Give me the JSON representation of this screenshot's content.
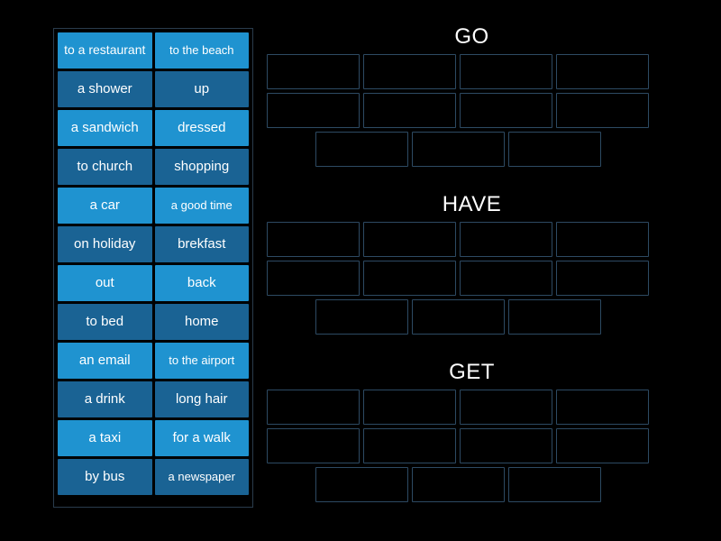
{
  "page": {
    "background_color": "#000000",
    "title": "Verb collocations sorting activity"
  },
  "word_bank": {
    "name": "word-bank",
    "tile_colors": {
      "light": "#1f93d0",
      "dark": "#1a6394"
    },
    "text_color": "#ffffff",
    "border_color": "#2a3c4d",
    "tiles": [
      {
        "label": "to a restaurant",
        "shade": "light",
        "size": "two-line"
      },
      {
        "label": "to the beach",
        "shade": "light",
        "size": "small"
      },
      {
        "label": "a shower",
        "shade": "dark",
        "size": "normal"
      },
      {
        "label": "up",
        "shade": "dark",
        "size": "normal"
      },
      {
        "label": "a sandwich",
        "shade": "light",
        "size": "normal"
      },
      {
        "label": "dressed",
        "shade": "light",
        "size": "normal"
      },
      {
        "label": "to church",
        "shade": "dark",
        "size": "normal"
      },
      {
        "label": "shopping",
        "shade": "dark",
        "size": "normal"
      },
      {
        "label": "a car",
        "shade": "light",
        "size": "normal"
      },
      {
        "label": "a good time",
        "shade": "light",
        "size": "small"
      },
      {
        "label": "on holiday",
        "shade": "dark",
        "size": "normal"
      },
      {
        "label": "brekfast",
        "shade": "dark",
        "size": "normal"
      },
      {
        "label": "out",
        "shade": "light",
        "size": "normal"
      },
      {
        "label": "back",
        "shade": "light",
        "size": "normal"
      },
      {
        "label": "to bed",
        "shade": "dark",
        "size": "normal"
      },
      {
        "label": "home",
        "shade": "dark",
        "size": "normal"
      },
      {
        "label": "an email",
        "shade": "light",
        "size": "normal"
      },
      {
        "label": "to the airport",
        "shade": "light",
        "size": "small"
      },
      {
        "label": "a drink",
        "shade": "dark",
        "size": "normal"
      },
      {
        "label": "long hair",
        "shade": "dark",
        "size": "normal"
      },
      {
        "label": "a taxi",
        "shade": "light",
        "size": "normal"
      },
      {
        "label": "for a walk",
        "shade": "light",
        "size": "normal"
      },
      {
        "label": "by bus",
        "shade": "dark",
        "size": "normal"
      },
      {
        "label": "a newspaper",
        "shade": "dark",
        "size": "small"
      }
    ]
  },
  "sort_groups": [
    {
      "title": "GO",
      "zone_border_color": "#2d4a63",
      "rows": [
        {
          "offset": false,
          "count": 4
        },
        {
          "offset": false,
          "count": 4
        },
        {
          "offset": true,
          "count": 3
        }
      ]
    },
    {
      "title": "HAVE",
      "zone_border_color": "#2d4a63",
      "rows": [
        {
          "offset": false,
          "count": 4
        },
        {
          "offset": false,
          "count": 4
        },
        {
          "offset": true,
          "count": 3
        }
      ]
    },
    {
      "title": "GET",
      "zone_border_color": "#2d4a63",
      "rows": [
        {
          "offset": false,
          "count": 4
        },
        {
          "offset": false,
          "count": 4
        },
        {
          "offset": true,
          "count": 3
        }
      ]
    }
  ]
}
